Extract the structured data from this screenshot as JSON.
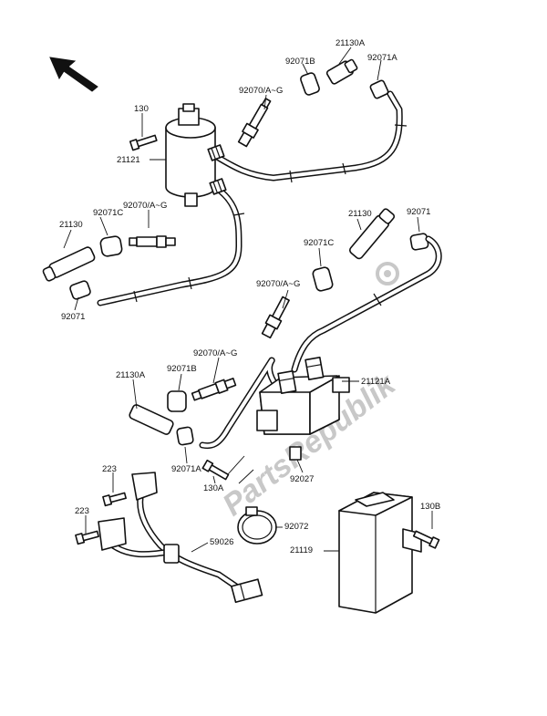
{
  "labels": {
    "l1": "21130A",
    "l2": "92071B",
    "l3": "92071A",
    "l4": "92070/A~G",
    "l5": "130",
    "l6": "21121",
    "l7": "92070/A~G",
    "l8": "21130",
    "l9": "92071C",
    "l10": "92071",
    "l11": "21130",
    "l12": "92071",
    "l13": "92071C",
    "l14": "92070/A~G",
    "l15": "92070/A~G",
    "l16": "21130A",
    "l17": "92071B",
    "l18": "21121A",
    "l19": "92071A",
    "l20": "130A",
    "l21": "92027",
    "l22": "223",
    "l23": "223",
    "l24": "130B",
    "l25": "92072",
    "l26": "59026",
    "l27": "21119"
  },
  "watermark": "PartsRepublik"
}
